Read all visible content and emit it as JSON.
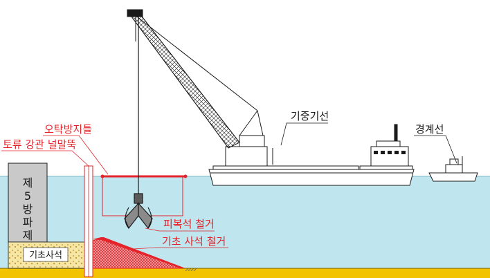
{
  "labels": {
    "crane_barge": "기중기선",
    "guard_boat": "경계선",
    "silt_curtain": "오탁방지틀",
    "sheet_pile": "토류 강관 널말뚝",
    "breakwater": [
      "제",
      "5",
      "방",
      "파",
      "제"
    ],
    "foundation_rubble": "기초사석",
    "armor_removal": "피복석 철거",
    "rubble_removal": "기초 사석 철거"
  },
  "colors": {
    "water": "#bfe6ee",
    "seabed": "#f2c300",
    "red_label": "#e4232a",
    "rubble_fill": "#f6e6a6",
    "breakwater": "#c9c9c9",
    "line": "#1a1a1a"
  },
  "icons": [
    "crane-barge",
    "guard-boat",
    "clamshell-grab",
    "breakwater-block"
  ]
}
